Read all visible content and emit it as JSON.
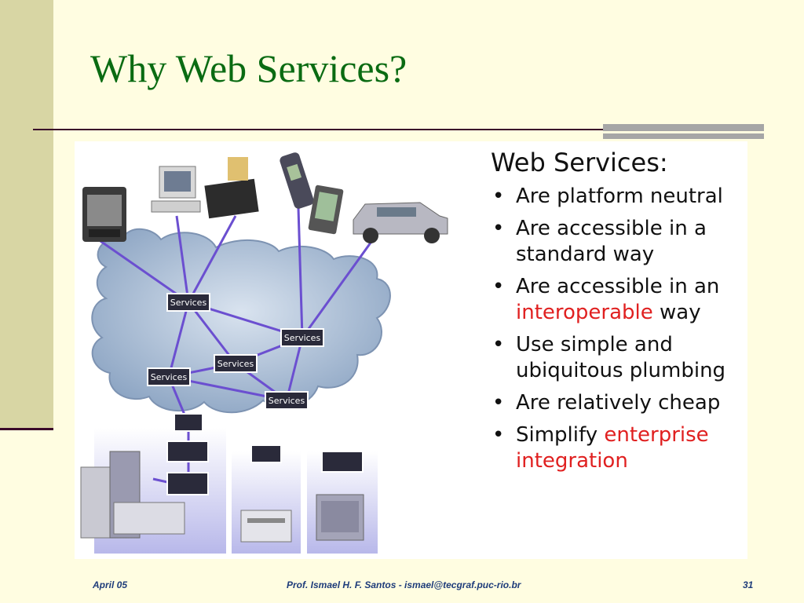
{
  "slide": {
    "title": "Why Web Services?"
  },
  "panel": {
    "heading": "Web Services:",
    "bullets": [
      {
        "parts": [
          "Are platform neutral"
        ]
      },
      {
        "parts": [
          "Are accessible in a standard way"
        ]
      },
      {
        "parts": [
          "Are accessible in an ",
          "interoperable",
          " way"
        ]
      },
      {
        "parts": [
          "Use simple and ubiquitous plumbing"
        ]
      },
      {
        "parts": [
          "Are relatively cheap"
        ]
      },
      {
        "parts": [
          "Simplify ",
          "enterprise integration",
          ""
        ]
      }
    ]
  },
  "diagram": {
    "node_label": "Services"
  },
  "footer": {
    "date": "April 05",
    "author": "Prof. Ismael H. F. Santos -  ismael@tecgraf.puc-rio.br",
    "page": "31"
  },
  "colors": {
    "title": "#0a6b12",
    "highlight": "#e02020",
    "footer": "#1e3c7a",
    "link_lines": "#6b4fd0"
  }
}
